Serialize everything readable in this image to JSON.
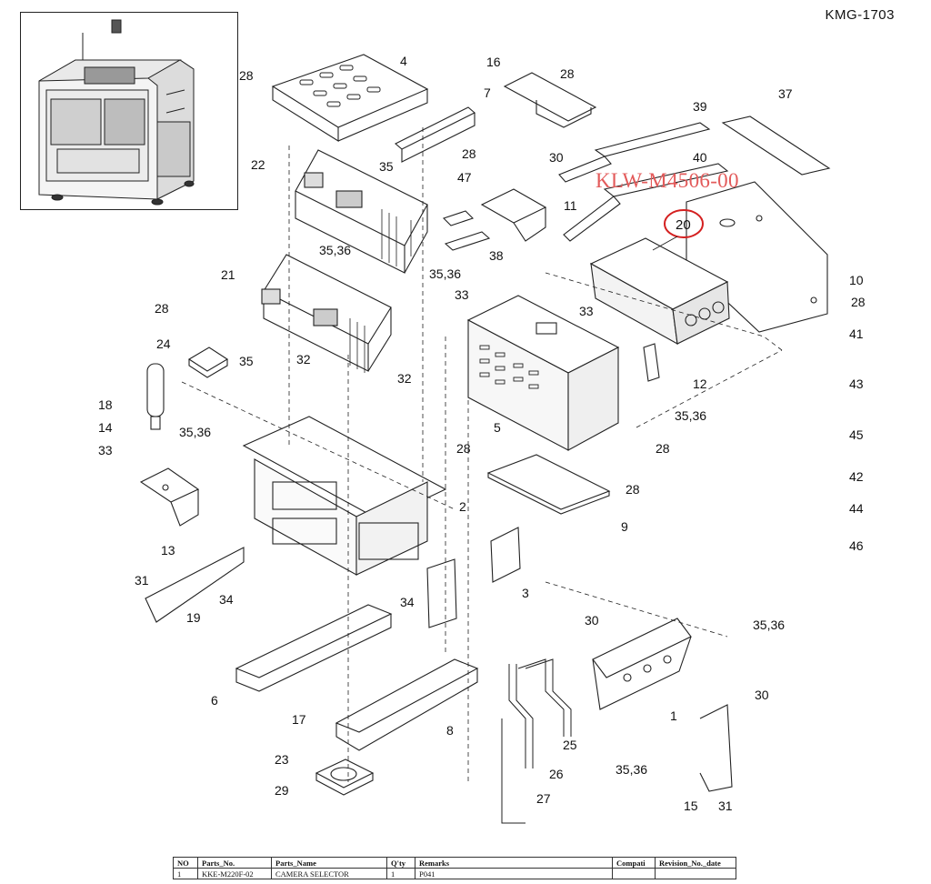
{
  "document_id": "KMG-1703",
  "watermark_code": "KLW-M4506-00",
  "highlighted_part": "20",
  "callouts": [
    {
      "id": "c-28a",
      "label": "28"
    },
    {
      "id": "c-4",
      "label": "4"
    },
    {
      "id": "c-16",
      "label": "16"
    },
    {
      "id": "c-28b",
      "label": "28"
    },
    {
      "id": "c-37",
      "label": "37"
    },
    {
      "id": "c-7",
      "label": "7"
    },
    {
      "id": "c-39",
      "label": "39"
    },
    {
      "id": "c-28c",
      "label": "28"
    },
    {
      "id": "c-30a",
      "label": "30"
    },
    {
      "id": "c-40",
      "label": "40"
    },
    {
      "id": "c-22",
      "label": "22"
    },
    {
      "id": "c-35a",
      "label": "35"
    },
    {
      "id": "c-47",
      "label": "47"
    },
    {
      "id": "c-11",
      "label": "11"
    },
    {
      "id": "c-38",
      "label": "38"
    },
    {
      "id": "c-3536a",
      "label": "35,36"
    },
    {
      "id": "c-10",
      "label": "10"
    },
    {
      "id": "c-28d",
      "label": "28"
    },
    {
      "id": "c-21",
      "label": "21"
    },
    {
      "id": "c-3536b",
      "label": "35,36"
    },
    {
      "id": "c-33a",
      "label": "33"
    },
    {
      "id": "c-33b",
      "label": "33"
    },
    {
      "id": "c-28e",
      "label": "28"
    },
    {
      "id": "c-41",
      "label": "41"
    },
    {
      "id": "c-24",
      "label": "24"
    },
    {
      "id": "c-35b",
      "label": "35"
    },
    {
      "id": "c-32a",
      "label": "32"
    },
    {
      "id": "c-12",
      "label": "12"
    },
    {
      "id": "c-43",
      "label": "43"
    },
    {
      "id": "c-32b",
      "label": "32"
    },
    {
      "id": "c-18",
      "label": "18"
    },
    {
      "id": "c-3536c",
      "label": "35,36"
    },
    {
      "id": "c-5",
      "label": "5"
    },
    {
      "id": "c-14",
      "label": "14"
    },
    {
      "id": "c-3536d",
      "label": "35,36"
    },
    {
      "id": "c-45",
      "label": "45"
    },
    {
      "id": "c-28f",
      "label": "28"
    },
    {
      "id": "c-28g",
      "label": "28"
    },
    {
      "id": "c-33c",
      "label": "33"
    },
    {
      "id": "c-42",
      "label": "42"
    },
    {
      "id": "c-28h",
      "label": "28"
    },
    {
      "id": "c-2",
      "label": "2"
    },
    {
      "id": "c-9",
      "label": "9"
    },
    {
      "id": "c-44",
      "label": "44"
    },
    {
      "id": "c-13",
      "label": "13"
    },
    {
      "id": "c-46",
      "label": "46"
    },
    {
      "id": "c-31a",
      "label": "31"
    },
    {
      "id": "c-3",
      "label": "3"
    },
    {
      "id": "c-34a",
      "label": "34"
    },
    {
      "id": "c-34b",
      "label": "34"
    },
    {
      "id": "c-19",
      "label": "19"
    },
    {
      "id": "c-30b",
      "label": "30"
    },
    {
      "id": "c-3536e",
      "label": "35,36"
    },
    {
      "id": "c-6",
      "label": "6"
    },
    {
      "id": "c-1",
      "label": "1"
    },
    {
      "id": "c-30c",
      "label": "30"
    },
    {
      "id": "c-17",
      "label": "17"
    },
    {
      "id": "c-8",
      "label": "8"
    },
    {
      "id": "c-25",
      "label": "25"
    },
    {
      "id": "c-3536f",
      "label": "35,36"
    },
    {
      "id": "c-23",
      "label": "23"
    },
    {
      "id": "c-26",
      "label": "26"
    },
    {
      "id": "c-27",
      "label": "27"
    },
    {
      "id": "c-29",
      "label": "29"
    },
    {
      "id": "c-15",
      "label": "15"
    },
    {
      "id": "c-31b",
      "label": "31"
    }
  ],
  "parts_table": {
    "headers": [
      "NO",
      "Parts_No.",
      "Parts_Name",
      "Q'ty",
      "Remarks",
      "Compati",
      "Revision_No._date"
    ],
    "rows": [
      [
        "1",
        "KKE-M220F-02",
        "CAMERA SELECTOR",
        "1",
        "P041",
        "",
        ""
      ]
    ]
  },
  "colors": {
    "line": "#222222",
    "watermark": "#e35b5b",
    "highlight_circle": "#d42020"
  }
}
